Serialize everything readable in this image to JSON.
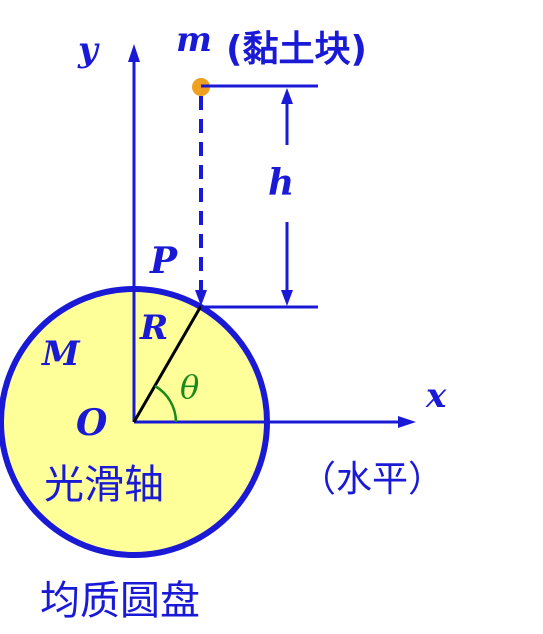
{
  "labels": {
    "y_axis": "y",
    "mass_m": "m",
    "clay_note": "(黏土块)",
    "height_h": "h",
    "point_p": "P",
    "radius_r": "R",
    "disk_mass": "M",
    "angle": "θ",
    "origin": "O",
    "x_axis": "x",
    "horizontal_note": "（水平）",
    "axle_note": "光滑轴",
    "disk_caption": "均质圆盘"
  },
  "colors": {
    "line": "#1a1ad6",
    "disk_fill": "#ffff99",
    "ball": "#f0a020",
    "angle_arc": "#1a8a1a",
    "radius": "#000000"
  }
}
